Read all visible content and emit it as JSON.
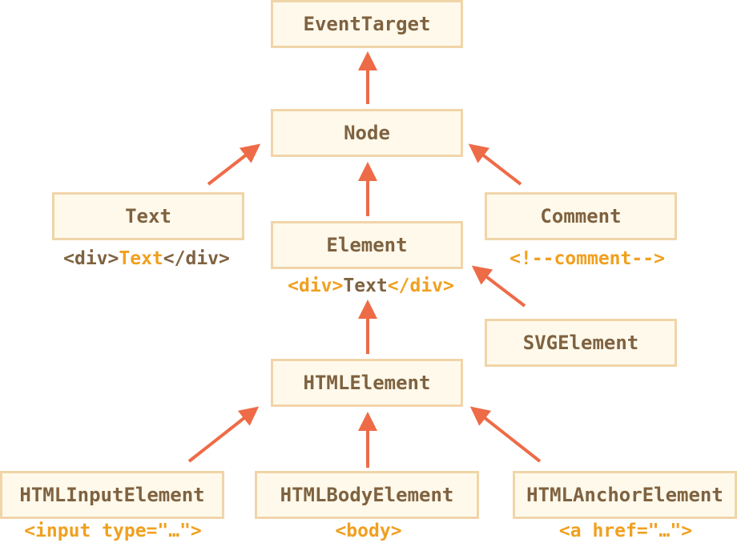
{
  "nodes": {
    "event_target": "EventTarget",
    "node": "Node",
    "text": "Text",
    "comment": "Comment",
    "element": "Element",
    "svg_element": "SVGElement",
    "html_element": "HTMLElement",
    "html_input_element": "HTMLInputElement",
    "html_body_element": "HTMLBodyElement",
    "html_anchor_element": "HTMLAnchorElement"
  },
  "examples": {
    "text": {
      "open": "<div>",
      "content": "Text",
      "close": "</div>"
    },
    "comment": "<!--comment-->",
    "element": {
      "open": "<div>",
      "content": "Text",
      "close": "</div>"
    },
    "input": "<input type=\"…\">",
    "body": "<body>",
    "anchor": "<a href=\"…\">"
  },
  "colors": {
    "arrow": "#ee6b47",
    "box_fill": "#fff9eb",
    "box_border": "#f0d5a9",
    "box_text": "#7e6240",
    "highlight": "#f0a020"
  }
}
